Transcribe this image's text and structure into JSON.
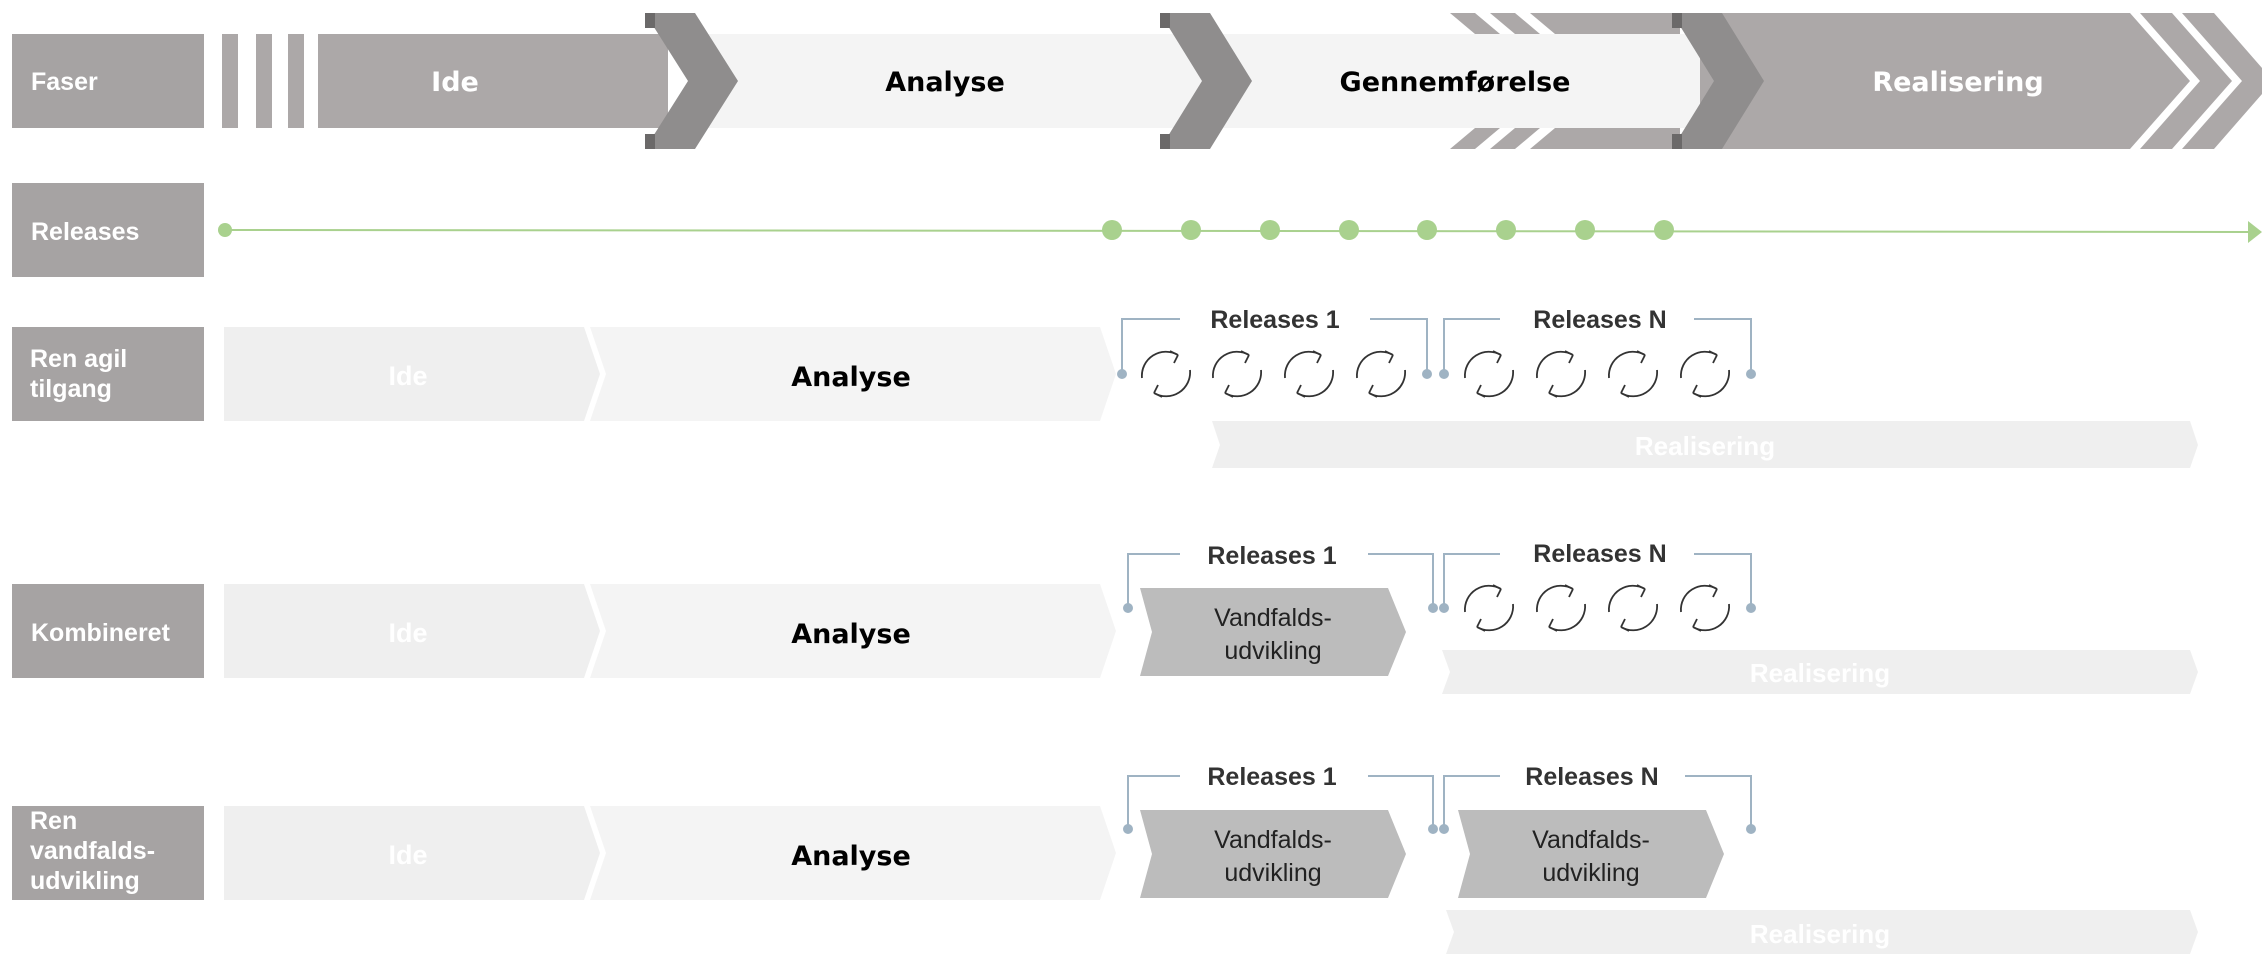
{
  "colors": {
    "row_label_bg": "#a6a3a3",
    "row_label_text": "#ffffff",
    "phase_dark": "#aca8a8",
    "phase_light": "#f4f4f4",
    "chevron_tip": "#8f8d8d",
    "chevron_shadow": "#6b6969",
    "release_green": "#a9d18e",
    "bracket_blue": "#9fb3c3",
    "faded_chevron": "#efefef",
    "faded_text": "#ffffff",
    "waterfall_box": "#bcbcbc",
    "cycle_icon": "#333333"
  },
  "rows": {
    "faser": "Faser",
    "releases": "Releases",
    "agil": "Ren agil tilgang",
    "kombineret": "Kombineret",
    "vandfald": "Ren vandfalds-udvikling"
  },
  "phases": {
    "ide": "Ide",
    "analyse": "Analyse",
    "gennemfoerelse": "Gennemførelse",
    "realisering": "Realisering"
  },
  "release_labels": {
    "r1": "Releases 1",
    "rn": "Releases N"
  },
  "waterfall_label": {
    "line1": "Vandfalds-",
    "line2": "udvikling"
  },
  "icons": {
    "iteration": "cycle-arrows-icon",
    "release_marker": "dot-marker-icon",
    "timeline_end": "arrowhead-icon"
  }
}
